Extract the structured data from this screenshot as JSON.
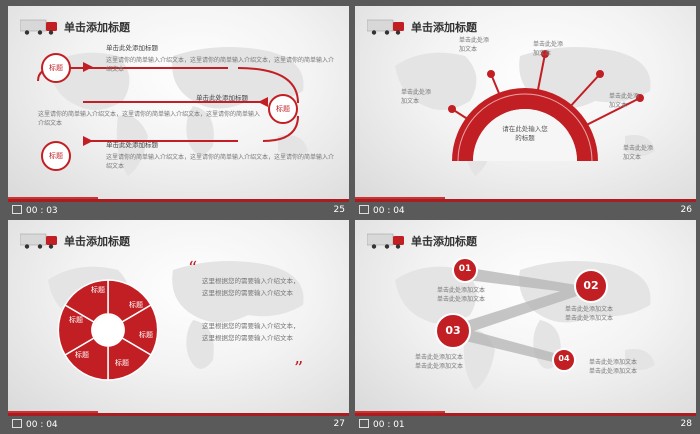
{
  "slides": [
    {
      "title": "单击添加标题",
      "time": "00 : 03",
      "number": "25",
      "items": [
        {
          "label": "标题",
          "heading": "单击此处添加标题",
          "text": "这里请你的简单输入介绍文本，这里请你的简单输入介绍文本，这里请你的简单输入介绍文本"
        },
        {
          "label": "标题",
          "heading": "单击此处添加标题",
          "text": "这里请你的简单输入介绍文本，这里请你的简单输入介绍文本，这里请你的简单输入介绍文本"
        },
        {
          "label": "标题",
          "heading": "单击此处添加标题",
          "text": "这里请你的简单输入介绍文本，这里请你的简单输入介绍文本，这里请你的简单输入介绍文本"
        }
      ]
    },
    {
      "title": "单击添加标题",
      "time": "00 : 04",
      "number": "26",
      "center_text": "请在此处输入您的标题",
      "labels": [
        "单击此处添加文本",
        "单击此处添加文本",
        "单击此处添加文本",
        "单击此处添加文本",
        "单击此处添加文本"
      ]
    },
    {
      "title": "单击添加标题",
      "time": "00 : 04",
      "number": "27",
      "petals": [
        "标题",
        "标题",
        "标题",
        "标题",
        "标题",
        "标题"
      ],
      "quote_open": "“",
      "quote_close": "”",
      "para1": "这里根据您的需要输入介绍文本，这里根据您的需要输入介绍文本",
      "para2": "这里根据您的需要输入介绍文本，这里根据您的需要输入介绍文本"
    },
    {
      "title": "单击添加标题",
      "time": "00 : 01",
      "number": "28",
      "nodes": [
        {
          "num": "01",
          "text": "单击此处添加文本\n单击此处添加文本"
        },
        {
          "num": "02",
          "text": "单击此处添加文本\n单击此处添加文本"
        },
        {
          "num": "03",
          "text": "单击此处添加文本\n单击此处添加文本"
        },
        {
          "num": "04",
          "text": "单击此处添加文本\n单击此处添加文本"
        }
      ]
    }
  ],
  "colors": {
    "accent": "#c21f24",
    "footer_bg": "#5a5a5a"
  }
}
